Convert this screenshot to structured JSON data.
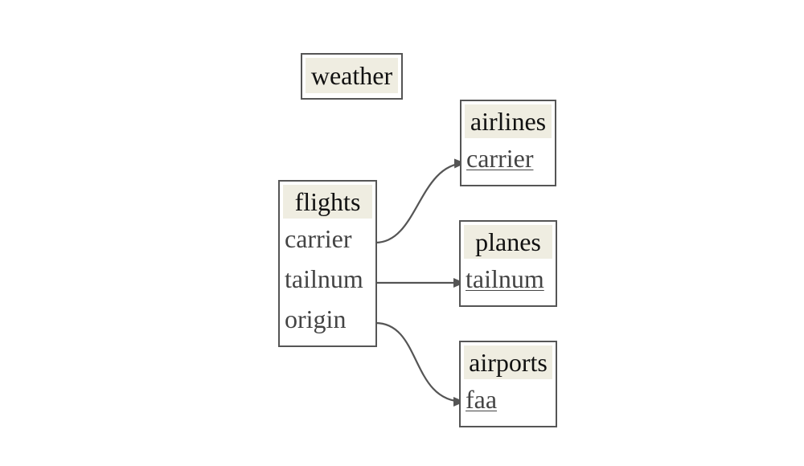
{
  "tables": {
    "weather": {
      "title": "weather",
      "fields": []
    },
    "airlines": {
      "title": "airlines",
      "fields": [
        {
          "name": "carrier",
          "primary_key": true
        }
      ]
    },
    "flights": {
      "title": "flights",
      "fields": [
        {
          "name": "carrier",
          "primary_key": false
        },
        {
          "name": "tailnum",
          "primary_key": false
        },
        {
          "name": "origin",
          "primary_key": false
        }
      ]
    },
    "planes": {
      "title": "planes",
      "fields": [
        {
          "name": "tailnum",
          "primary_key": true
        }
      ]
    },
    "airports": {
      "title": "airports",
      "fields": [
        {
          "name": "faa",
          "primary_key": true
        }
      ]
    }
  },
  "relationships": [
    {
      "from": "flights.carrier",
      "to": "airlines.carrier"
    },
    {
      "from": "flights.tailnum",
      "to": "planes.tailnum"
    },
    {
      "from": "flights.origin",
      "to": "airports.faa"
    }
  ],
  "colors": {
    "header_fill": "#efede1",
    "border": "#555555",
    "edge": "#555555",
    "field_text": "#444444"
  }
}
